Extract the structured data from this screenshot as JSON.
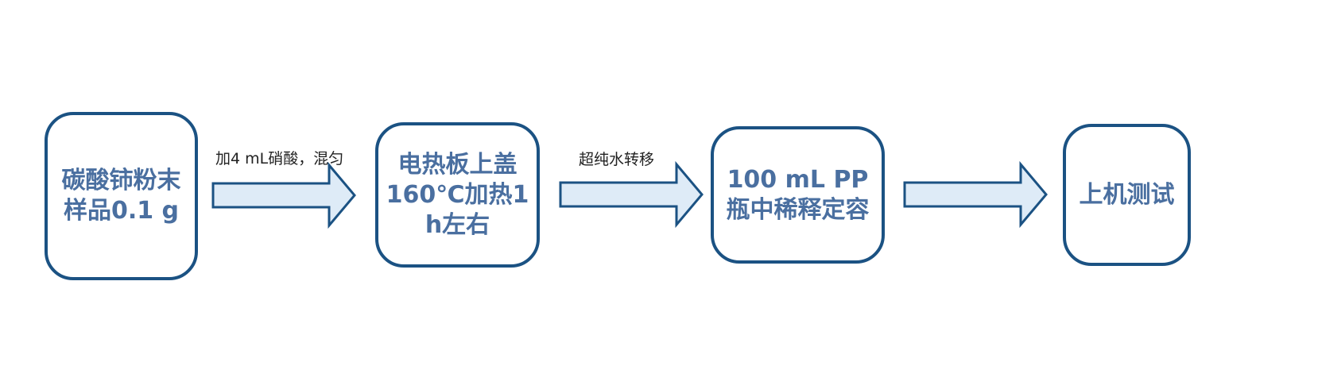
{
  "steps": [
    {
      "lines": [
        "碳酸铈粉末",
        "样品0.1 g"
      ]
    },
    {
      "lines": [
        "电热板上盖",
        "160℃加热1",
        "h左右"
      ]
    },
    {
      "lines": [
        "100 mL PP",
        "瓶中稀释定容"
      ]
    },
    {
      "lines": [
        "上机测试"
      ]
    }
  ],
  "arrows": [
    {
      "label": "加4 mL硝酸，混匀"
    },
    {
      "label": "超纯水转移"
    },
    {
      "label": ""
    }
  ],
  "colors": {
    "box_border": "#1b5283",
    "box_text": "#4a6fa0",
    "arrow_fill": "#deebf7",
    "arrow_stroke": "#1b5283",
    "label_text": "#222222"
  }
}
